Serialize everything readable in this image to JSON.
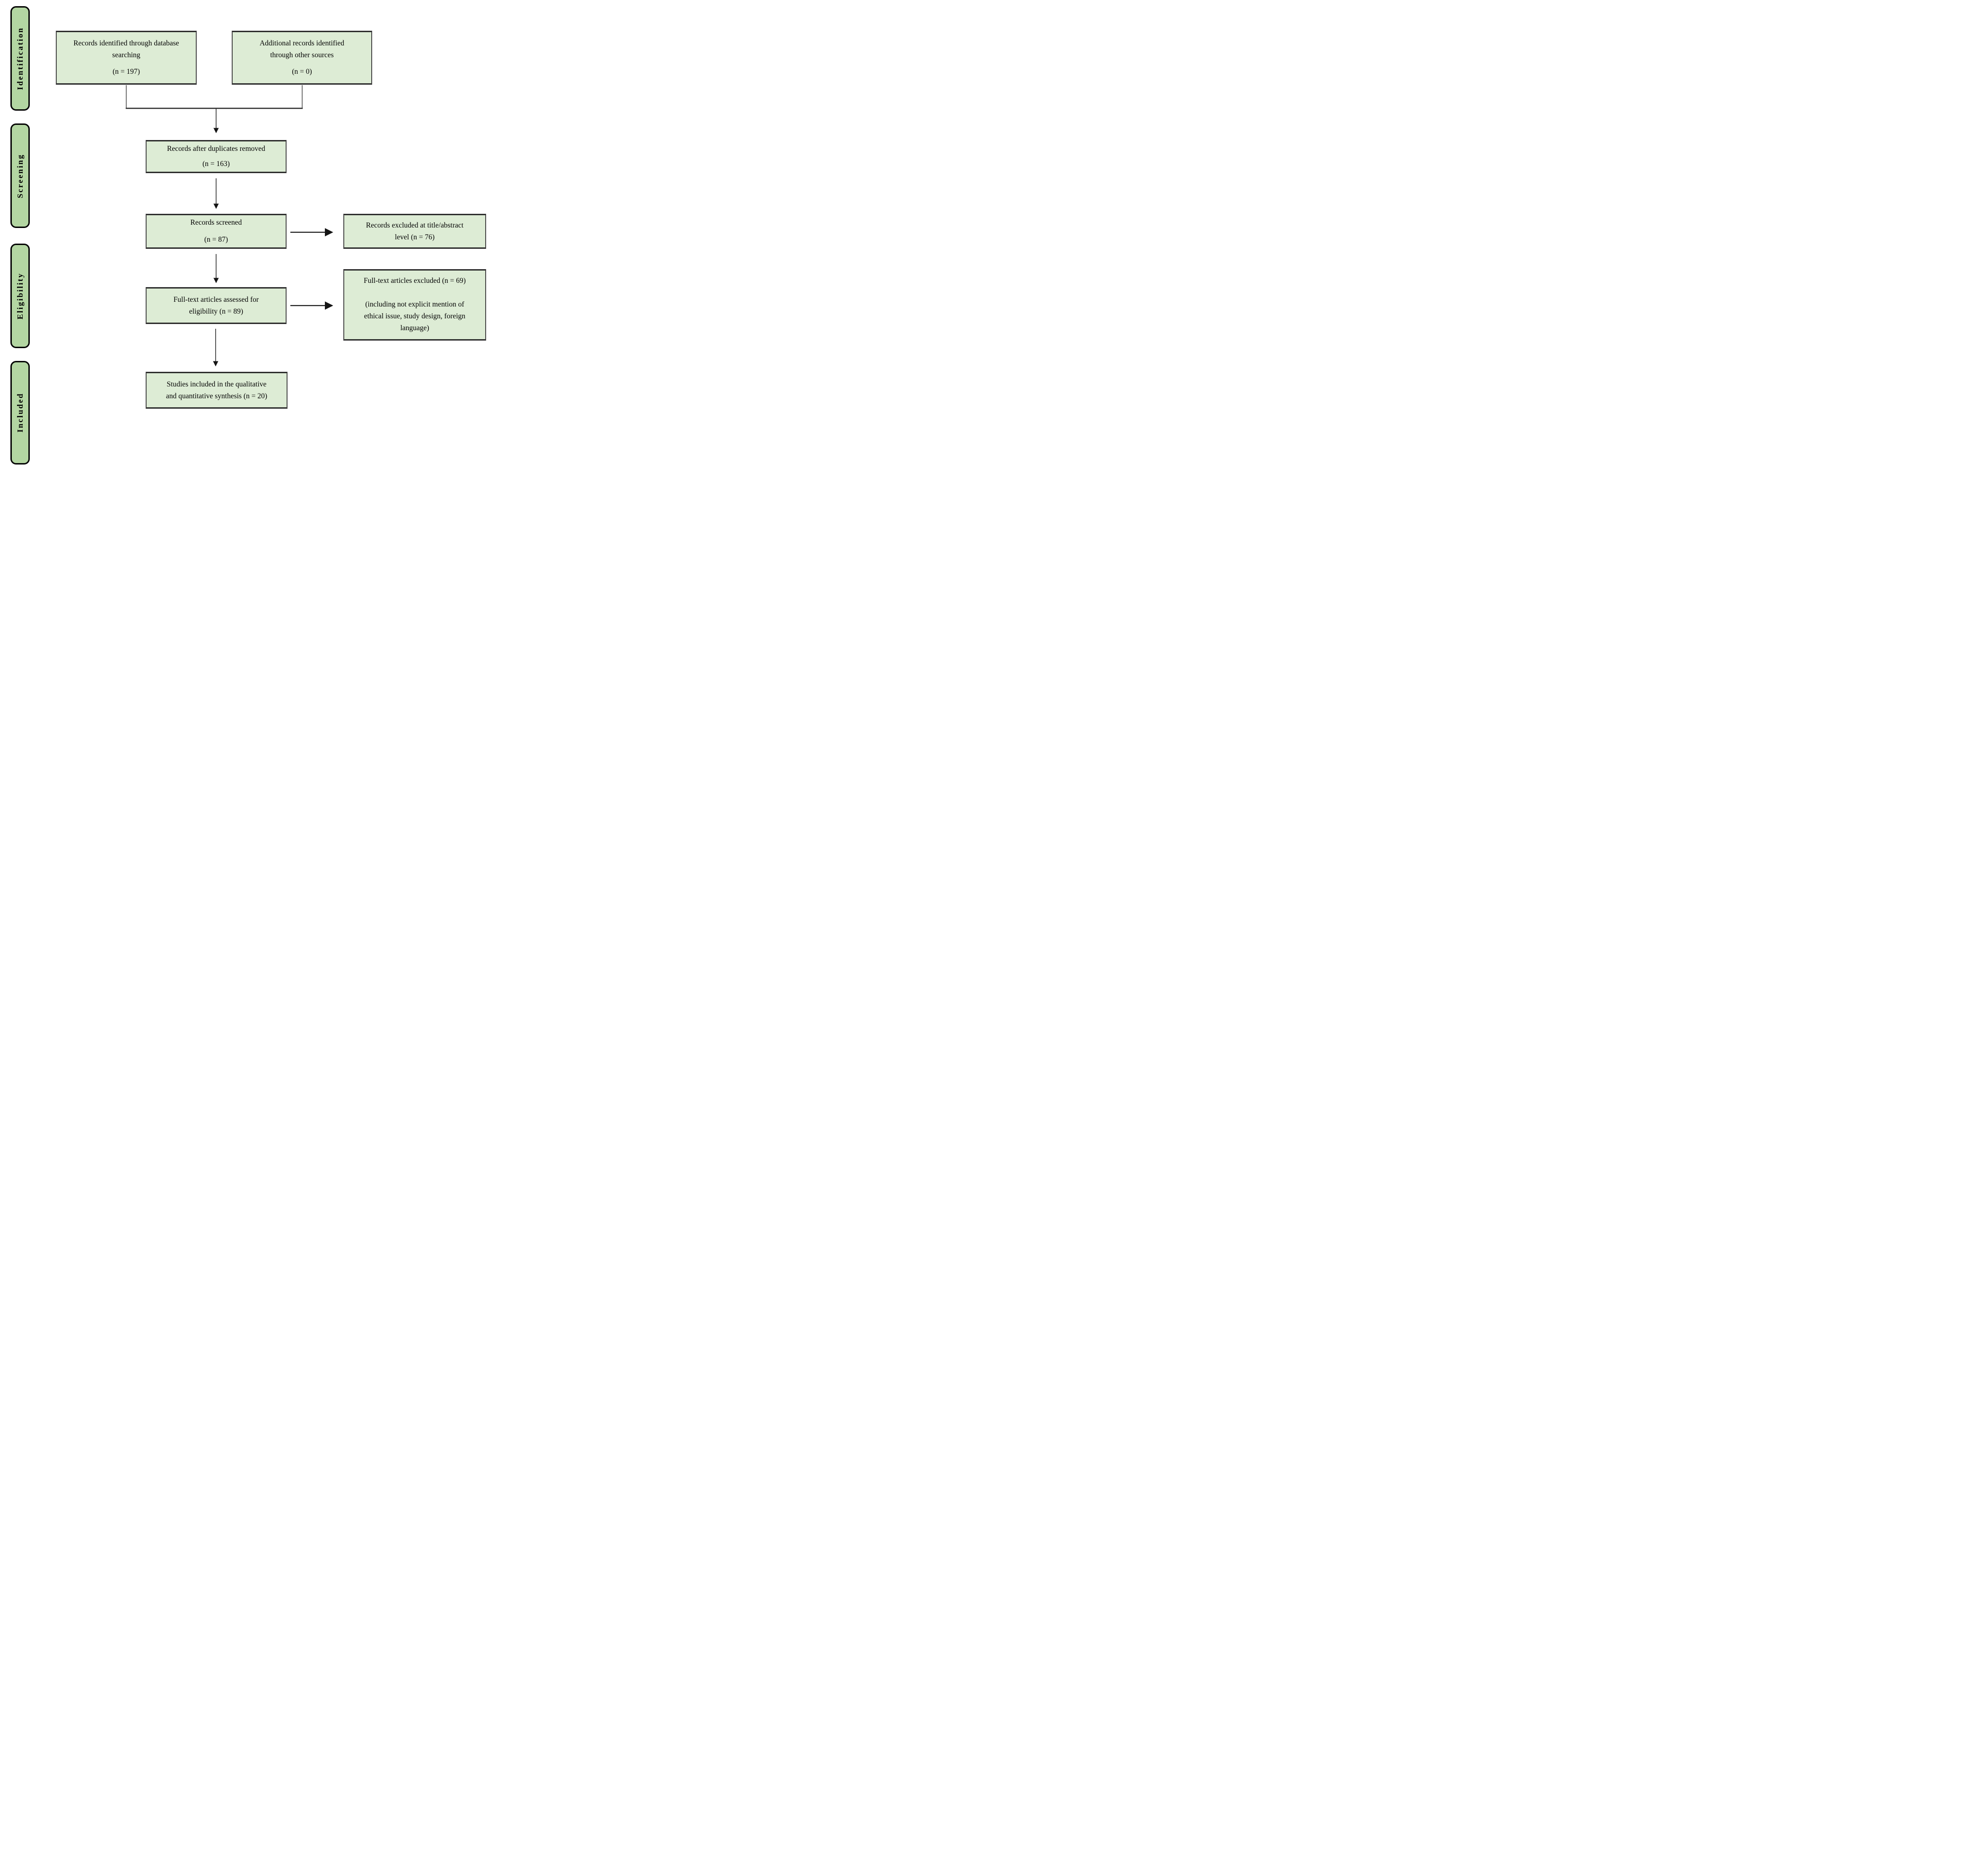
{
  "diagram_type": "prisma-flow",
  "sidebar": {
    "stages": [
      {
        "label": "Identification"
      },
      {
        "label": "Screening"
      },
      {
        "label": "Eligibility"
      },
      {
        "label": "Included"
      }
    ]
  },
  "flow": {
    "identified_db": {
      "line1": "Records identified through database",
      "line2": "searching",
      "count": "(n = 197)"
    },
    "additional_sources": {
      "line1": "Additional records identified",
      "line2": "through other sources",
      "count": "(n = 0)"
    },
    "after_duplicates": {
      "line1": "Records after duplicates removed",
      "count": "(n = 163)"
    },
    "records_screened": {
      "line1": "Records screened",
      "count": "(n = 87)"
    },
    "excluded_title_abstract": {
      "line1": "Records excluded at title/abstract",
      "line2": "level (n = 76)"
    },
    "fulltext_assessed": {
      "line1": "Full-text articles assessed for",
      "line2": "eligibility (n = 89)"
    },
    "fulltext_excluded": {
      "line1": "Full-text articles excluded (n = 69)",
      "line2": "(including not explicit mention of",
      "line3": "ethical issue, study design, foreign",
      "line4": "language)"
    },
    "included_synthesis": {
      "line1": "Studies included in the qualitative",
      "line2": "and quantitative synthesis (n = 20)"
    }
  },
  "colors": {
    "flow_box_fill": "#ddecd5",
    "stage_tab_fill": "#b3d6a2",
    "box_border": "#2e2e2e",
    "stage_border": "#050505",
    "arrow": "#141414",
    "text": "#000000",
    "background": "#ffffff"
  }
}
